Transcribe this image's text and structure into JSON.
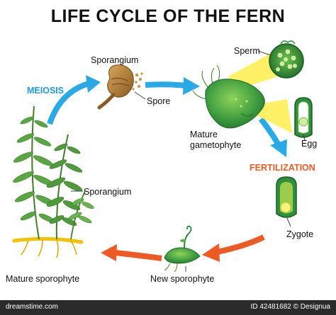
{
  "title": "LIFE CYCLE OF THE FERN",
  "stages": {
    "meiosis": "MEIOSIS",
    "fertilization": "FERTILIZATION"
  },
  "labels": {
    "sporangium_top": "Sporangium",
    "spore": "Spore",
    "sperm": "Sperm",
    "egg": "Egg",
    "mature_gametophyte_line1": "Mature",
    "mature_gametophyte_line2": "gametophyte",
    "zygote": "Zygote",
    "sporangium_fern": "Sporangium",
    "mature_sporophyte": "Mature sporophyte",
    "new_sporophyte": "New sporophyte"
  },
  "colors": {
    "arrow_blue": "#29a9e6",
    "arrow_orange": "#ee5a24",
    "fertilization_text": "#ee5a24",
    "meiosis_text": "#1e9bdc",
    "leaf_green": "#4f9a3a",
    "gametophyte_green": "#3a9c4a",
    "highlight_yellow": "#ffee55",
    "footer_bg": "#2b2b2b"
  },
  "footer": {
    "left": "dreamstime.com",
    "right": "ID 42481682 © Designua"
  }
}
